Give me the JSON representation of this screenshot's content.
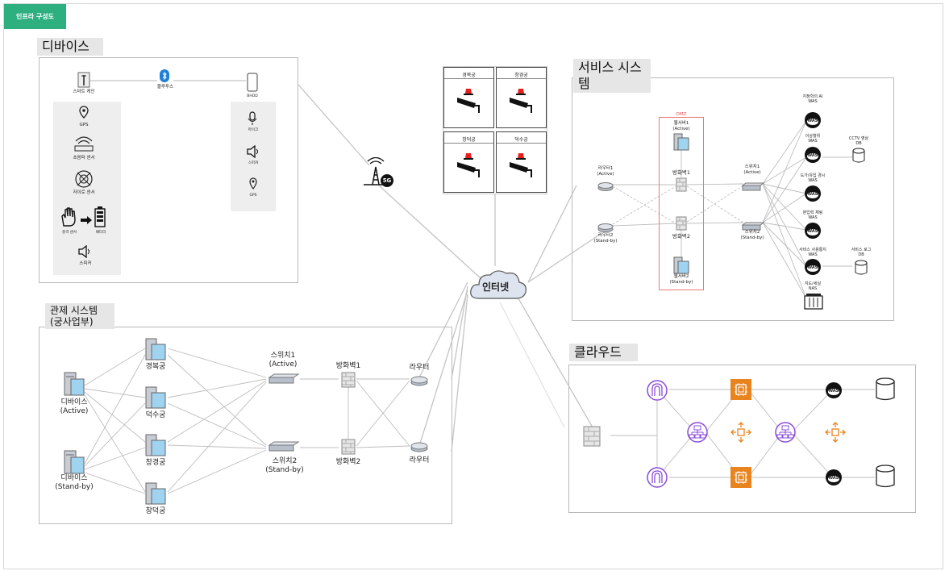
{
  "header": {
    "tag": "인프라 구성도"
  },
  "panels": {
    "device": {
      "title": "디바이스"
    },
    "control": {
      "title": "관제 시스템\n(궁사업부)"
    },
    "service": {
      "title": "서비스 시스템"
    },
    "cloud": {
      "title": "클라우드"
    }
  },
  "device": {
    "smart_cane": "스마트 케인",
    "bluetooth": "블루투스",
    "phone": "BHOD",
    "gps": "GPS",
    "ultrasonic": "초음파 센서",
    "gyro": "자이로 센서",
    "touch": "충격 센서",
    "battery": "배터리",
    "speaker": "스피커",
    "mic": "마이크",
    "phone_speaker": "스피커",
    "phone_gps": "GPS"
  },
  "center": {
    "tower": "5G",
    "internet": "인터넷"
  },
  "cctv": {
    "cells": [
      "경복궁",
      "창경궁",
      "창덕궁",
      "덕수궁"
    ]
  },
  "control": {
    "device_active": "디바이스\n(Active)",
    "device_standby": "디바이스\n(Stand-by)",
    "palaces": [
      "경복궁",
      "덕수궁",
      "창경궁",
      "창덕궁"
    ],
    "switch1": "스위치1\n(Active)",
    "switch2": "스위치2\n(Stand-by)",
    "fw1": "방화벽1",
    "fw2": "방화벽2",
    "router1": "라우터",
    "router2": "라우터"
  },
  "service": {
    "dmz": "DMZ",
    "web1": "웹서버1\n(Active)",
    "web2": "웹서버2\n(Stand-by)",
    "router1": "라우터1\n(Active)",
    "router2": "라우터2\n(Stand-by)",
    "fw1": "방화벽1",
    "fw2": "방화벽2",
    "switch1": "스위치1\n(Active)",
    "switch2": "스위치2\n(Stand-by)",
    "was": [
      "지정학의 AI\nWAS",
      "이상행위\nWAS",
      "도가/유입 경시\nWAS",
      "본입력 체링\nWAS",
      "서비스 사용통지\nWAS",
      "지도/세실\nNAS"
    ],
    "db1": "CCTV 영상\nDB",
    "db2": "서비스 로그\nDB",
    "was_badge": "WAS"
  },
  "cloud": {
    "was_badge": "WAS"
  },
  "colors": {
    "tag": "#2eaf80",
    "purple": "#8a4cd8",
    "orange": "#e8831d",
    "red": "#e62020"
  }
}
